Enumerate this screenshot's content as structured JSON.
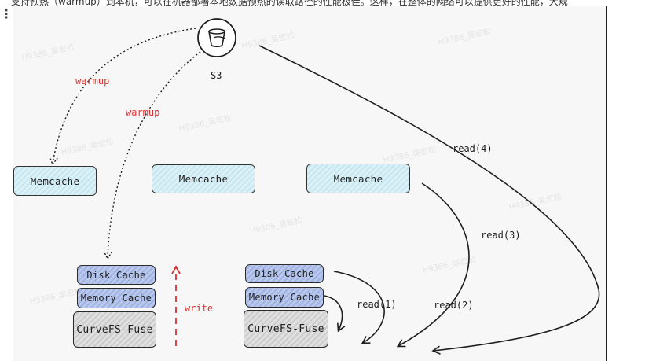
{
  "document": {
    "top_text": "支持预热（warmup）到本机，可以在机器部署本地数据预热的读取路径的性能极佳。这样，在整体的网络可以提供更好的性能，大规"
  },
  "diagram": {
    "s3_label": "S3",
    "memcache_labels": [
      "Memcache",
      "Memcache",
      "Memcache"
    ],
    "left_client": {
      "disk_cache": "Disk Cache",
      "memory_cache": "Memory Cache",
      "fuse": "CurveFS-Fuse"
    },
    "right_client": {
      "disk_cache": "Disk Cache",
      "memory_cache": "Memory Cache",
      "fuse": "CurveFS-Fuse"
    },
    "edges": {
      "warmup_1": "warmup",
      "warmup_2": "warmup",
      "write": "write",
      "read_1": "read(1)",
      "read_2": "read(2)",
      "read_3": "read(3)",
      "read_4": "read(4)"
    }
  },
  "watermark_text": "H9386_吴宏松",
  "colors": {
    "memcache_fill": "#dcf1f7",
    "cache_fill": "#b9c8ec",
    "fuse_fill": "#e0e0e0",
    "warmup_red": "#e03131"
  }
}
